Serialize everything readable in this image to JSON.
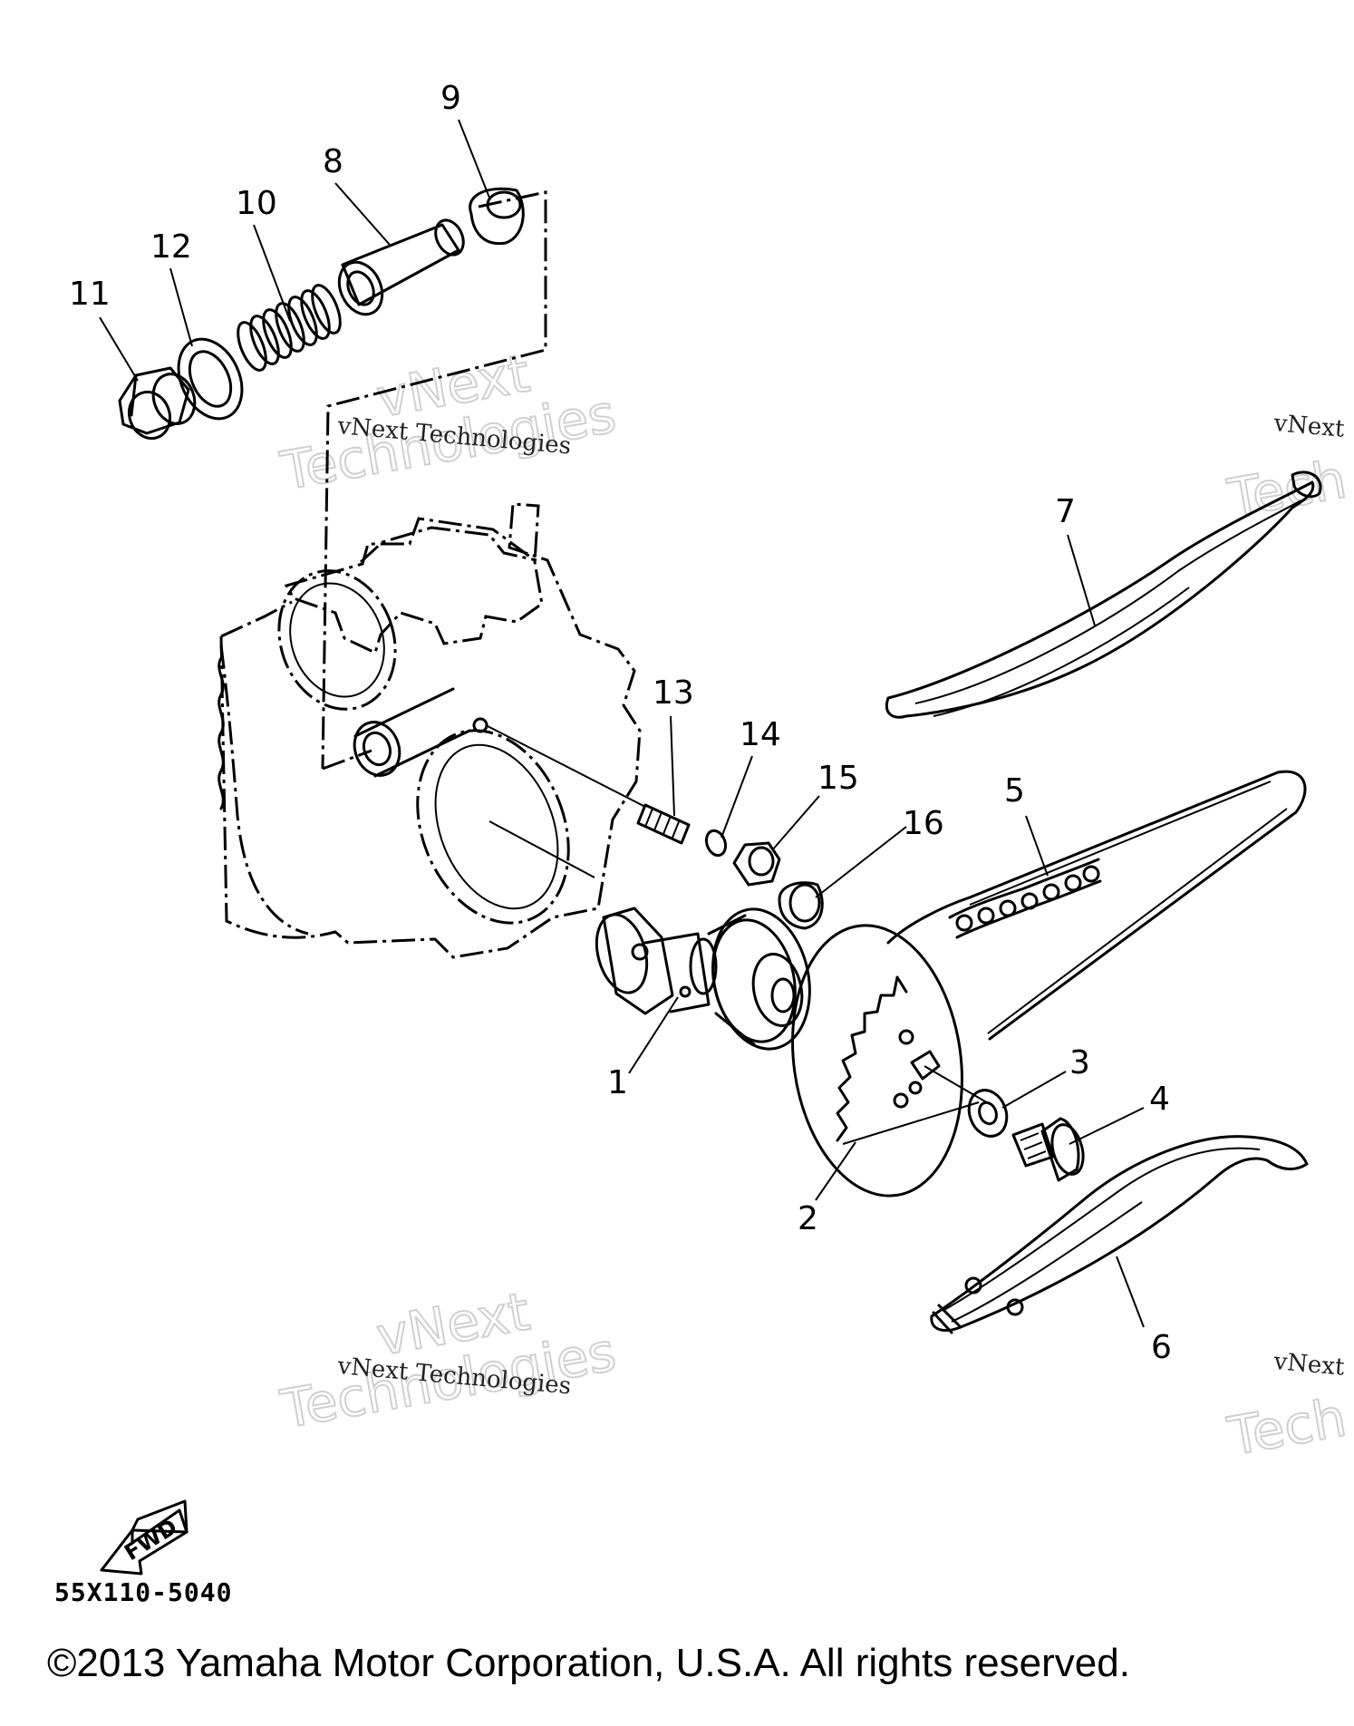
{
  "diagram": {
    "callouts": [
      "1",
      "2",
      "3",
      "4",
      "5",
      "6",
      "7",
      "8",
      "9",
      "10",
      "11",
      "12",
      "13",
      "14",
      "15",
      "16"
    ],
    "watermark_text": "vNext Technologies",
    "watermark_big_line1": "vNext",
    "watermark_big_line2": "Technologies",
    "watermark_edge_small": "vNext",
    "watermark_edge_big": "Tech",
    "fwd_label": "FWD",
    "part_code": "55X110-5040",
    "copyright": "©2013 Yamaha Motor Corporation, U.S.A. All rights reserved."
  }
}
